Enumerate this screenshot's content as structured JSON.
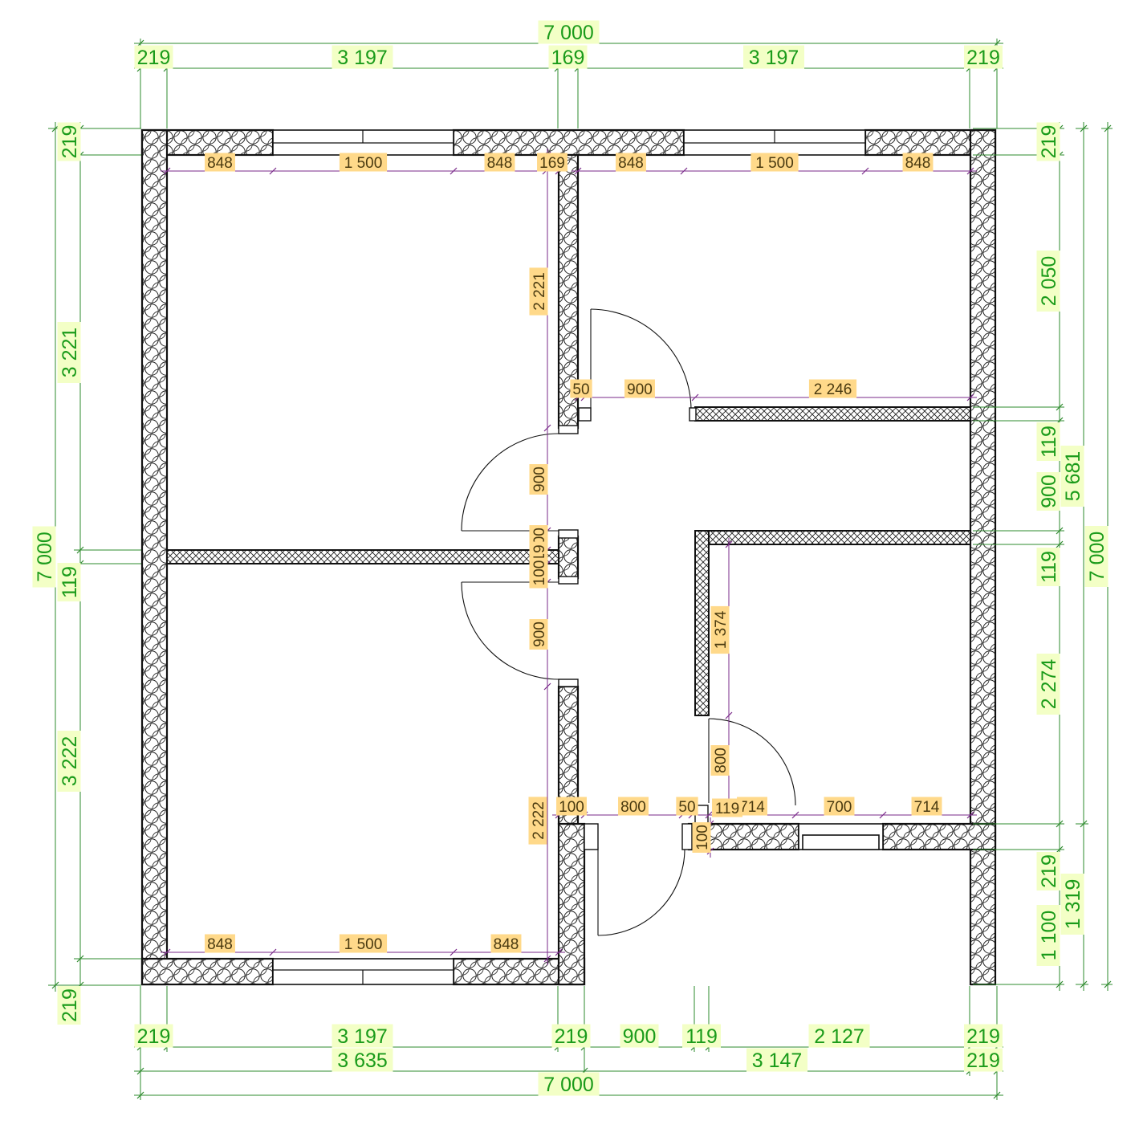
{
  "plan": {
    "overall_width": "7 000",
    "overall_depth": "7 000",
    "top_segments": [
      "219",
      "3 197",
      "169",
      "3 197",
      "219"
    ],
    "bottom_segments": [
      "219",
      "3 197",
      "219",
      "900",
      "119",
      "2 127",
      "219"
    ],
    "bottom_subtotals": [
      "3 635",
      "3 147",
      "219"
    ],
    "left_segments": [
      "219",
      "3 221",
      "119",
      "3 222",
      "219"
    ],
    "right_segments": [
      "219",
      "2 050",
      "119",
      "900",
      "119",
      "2 274",
      "219",
      "1 100"
    ],
    "right_subtotals": [
      "5 681",
      "1 319"
    ],
    "interior": {
      "top_left_room_row": [
        "848",
        "1 500",
        "848",
        "169"
      ],
      "top_right_room_row": [
        "848",
        "1 500",
        "848"
      ],
      "bottom_left_room_row": [
        "848",
        "1 500",
        "848"
      ],
      "corridor_top_row": [
        "50",
        "900",
        "2 246"
      ],
      "corridor_bottom_row": [
        "100",
        "800",
        "50",
        "119",
        "714",
        "700",
        "714"
      ],
      "left_partition_column": [
        "2 221",
        "900",
        "100",
        "119",
        "100",
        "900",
        "2 222"
      ],
      "right_room_column": [
        "1 374",
        "800"
      ],
      "entry_door_jamb": "100"
    }
  }
}
